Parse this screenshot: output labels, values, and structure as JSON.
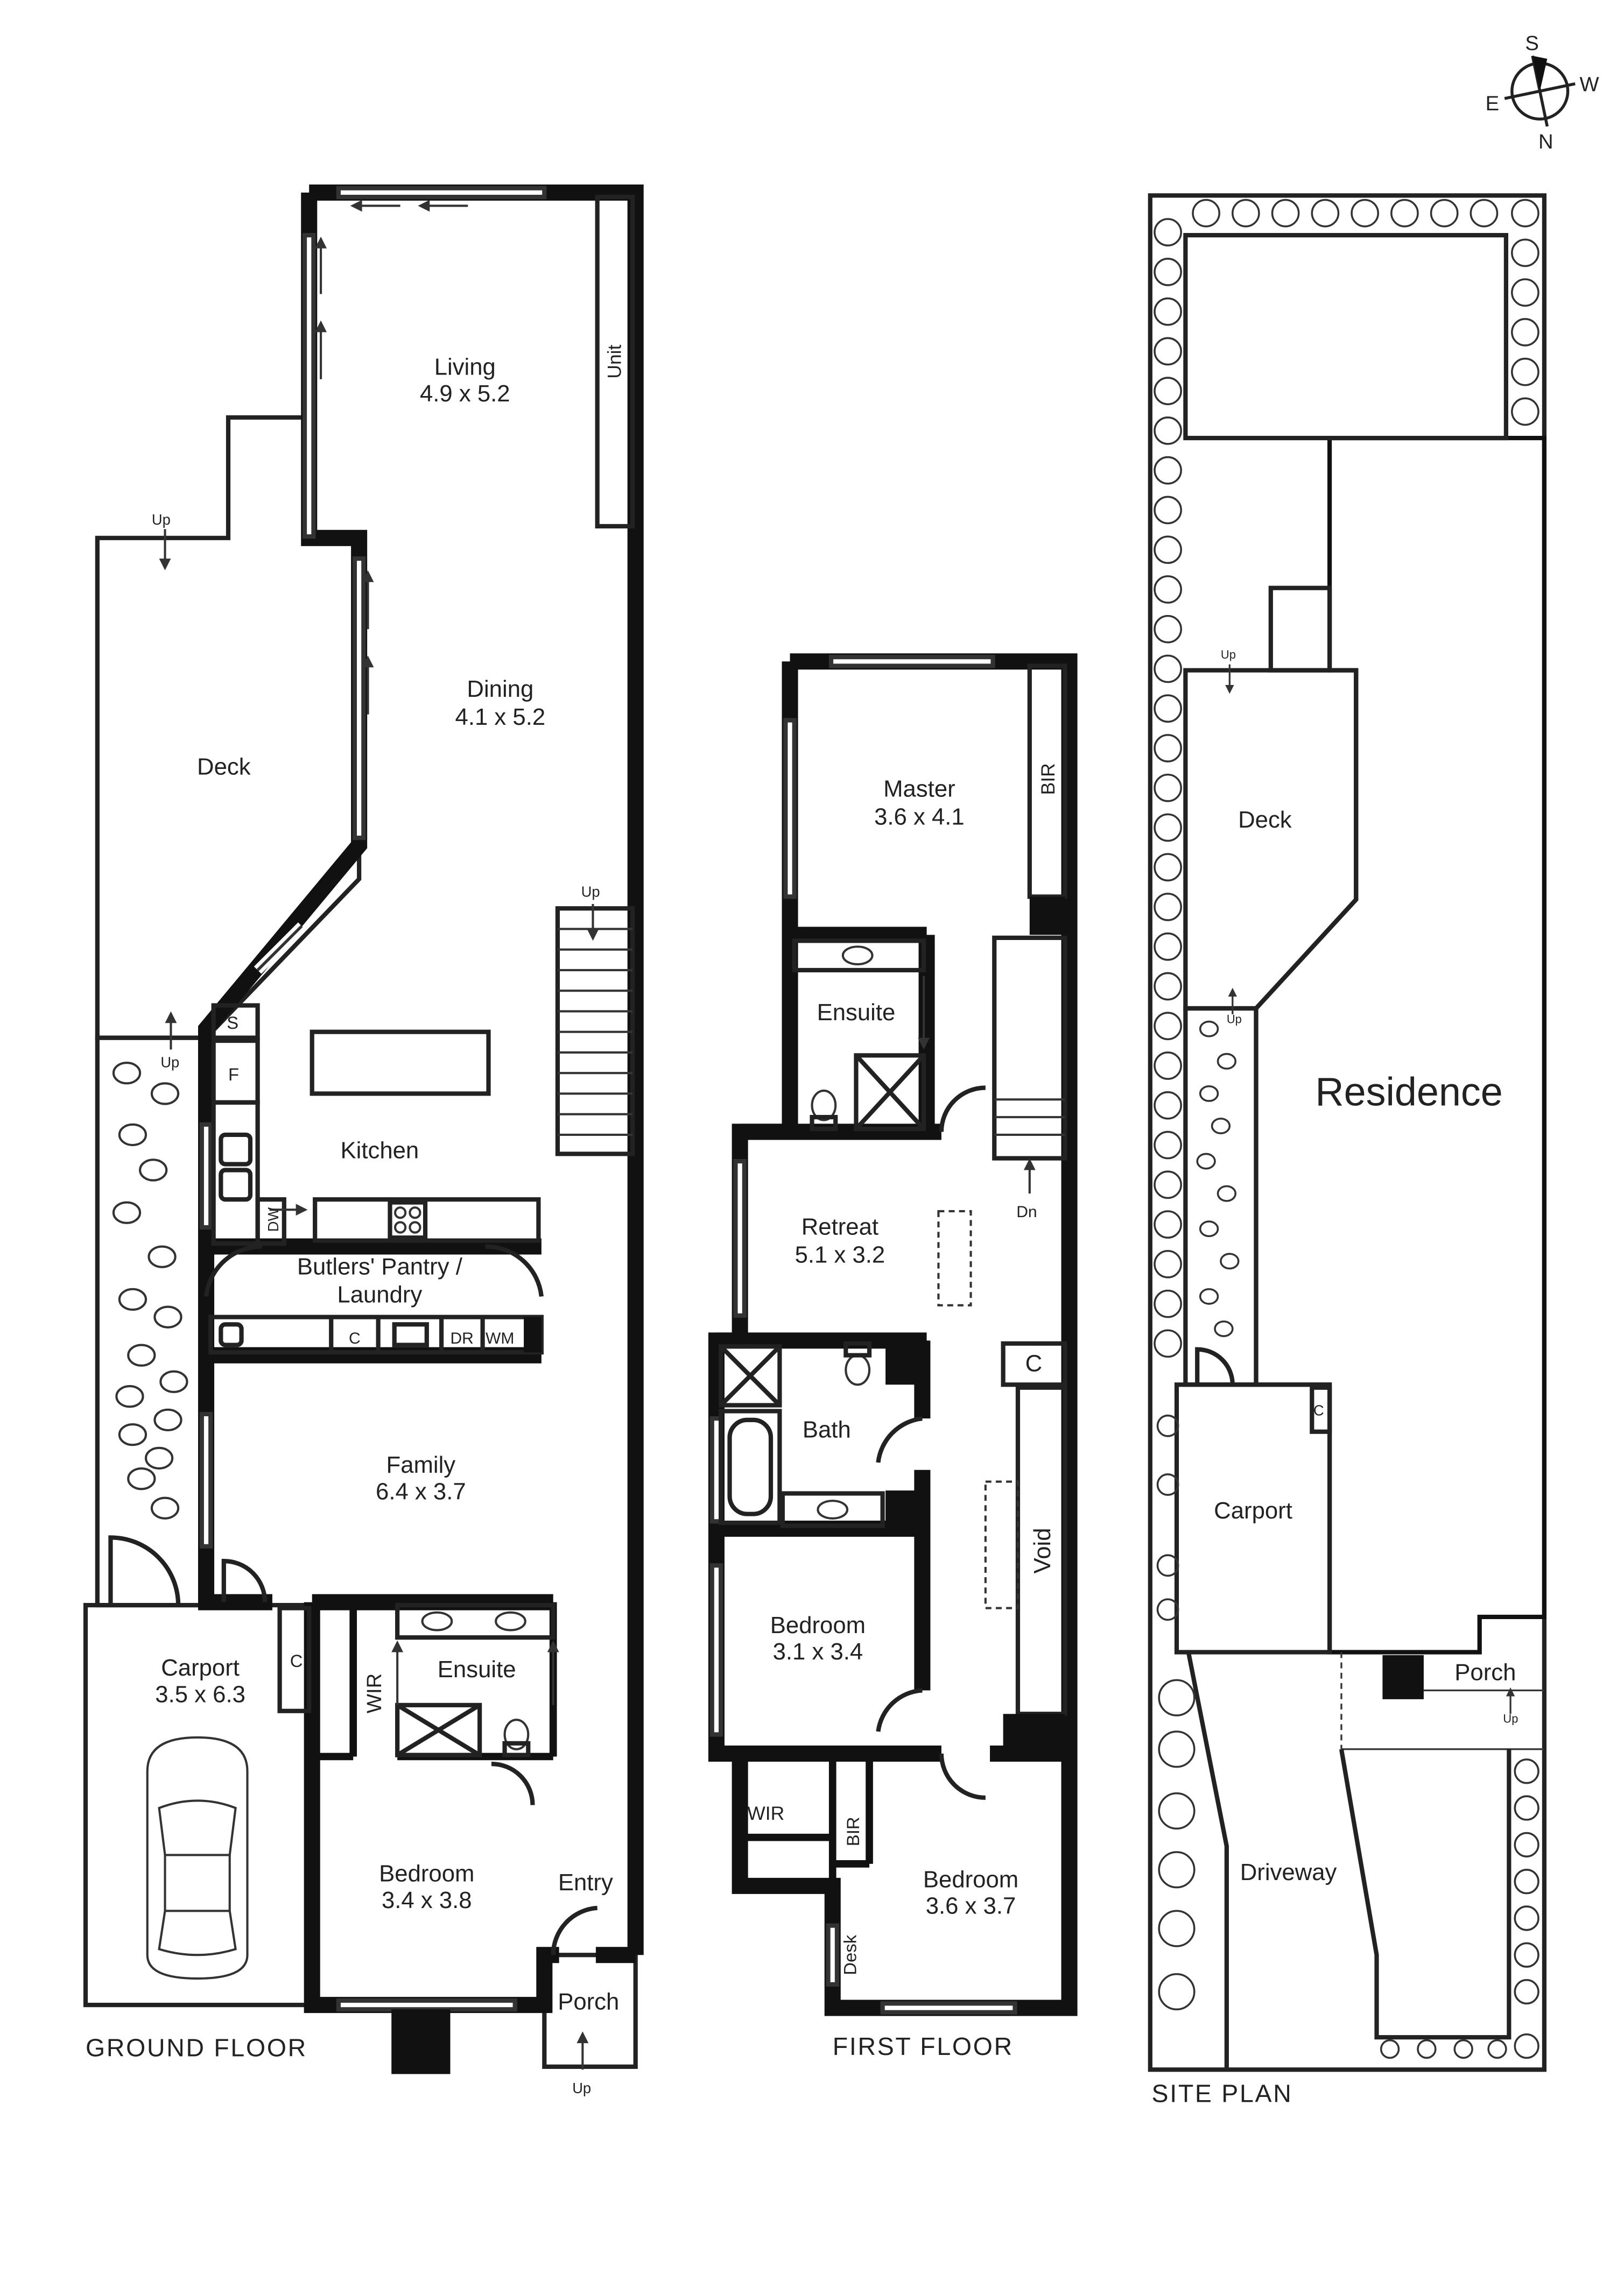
{
  "compass": {
    "s": "S",
    "w": "W",
    "e": "E",
    "n": "N"
  },
  "ground_floor": {
    "title": "GROUND FLOOR",
    "living": {
      "name": "Living",
      "dims": "4.9 x 5.2"
    },
    "unit": "Unit",
    "dining": {
      "name": "Dining",
      "dims": "4.1 x 5.2"
    },
    "deck": "Deck",
    "kitchen": "Kitchen",
    "pantry_line1": "Butlers' Pantry /",
    "pantry_line2": "Laundry",
    "family": {
      "name": "Family",
      "dims": "6.4 x 3.7"
    },
    "carport": {
      "name": "Carport",
      "dims": "3.5 x 6.3"
    },
    "ensuite": "Ensuite",
    "wir": "WIR",
    "bedroom": {
      "name": "Bedroom",
      "dims": "3.4 x 3.8"
    },
    "entry": "Entry",
    "porch": "Porch",
    "fixtures": {
      "s": "S",
      "f": "F",
      "dw": "DW",
      "c": "C",
      "dr": "DR",
      "wm": "WM",
      "c2": "C"
    },
    "up": "Up"
  },
  "first_floor": {
    "title": "FIRST FLOOR",
    "master": {
      "name": "Master",
      "dims": "3.6 x 4.1"
    },
    "bir": "BIR",
    "ensuite": "Ensuite",
    "retreat": {
      "name": "Retreat",
      "dims": "5.1 x 3.2"
    },
    "dn": "Dn",
    "c": "C",
    "bath": "Bath",
    "void": "Void",
    "bedroom1": {
      "name": "Bedroom",
      "dims": "3.1 x 3.4"
    },
    "wir": "WIR",
    "bir2": "BIR",
    "desk": "Desk",
    "bedroom2": {
      "name": "Bedroom",
      "dims": "3.6 x 3.7"
    }
  },
  "site_plan": {
    "title": "SITE PLAN",
    "residence": "Residence",
    "deck": "Deck",
    "carport": "Carport",
    "c": "C",
    "porch": "Porch",
    "driveway": "Driveway",
    "up": "Up"
  }
}
